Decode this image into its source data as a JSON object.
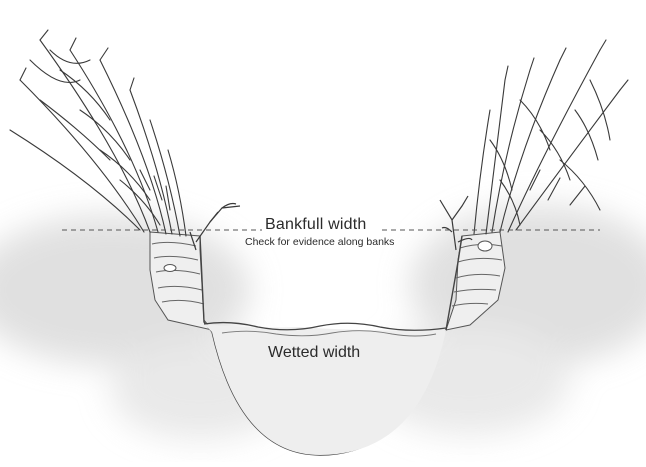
{
  "labels": {
    "bankfull": "Bankfull width",
    "evidence": "Check for evidence along banks",
    "wetted": "Wetted width"
  },
  "colors": {
    "ink": "#2b2b2b",
    "water": "#eeeeee",
    "soil_shadow": "#d9d9d9",
    "bank_fill": "#f4f4f4"
  }
}
